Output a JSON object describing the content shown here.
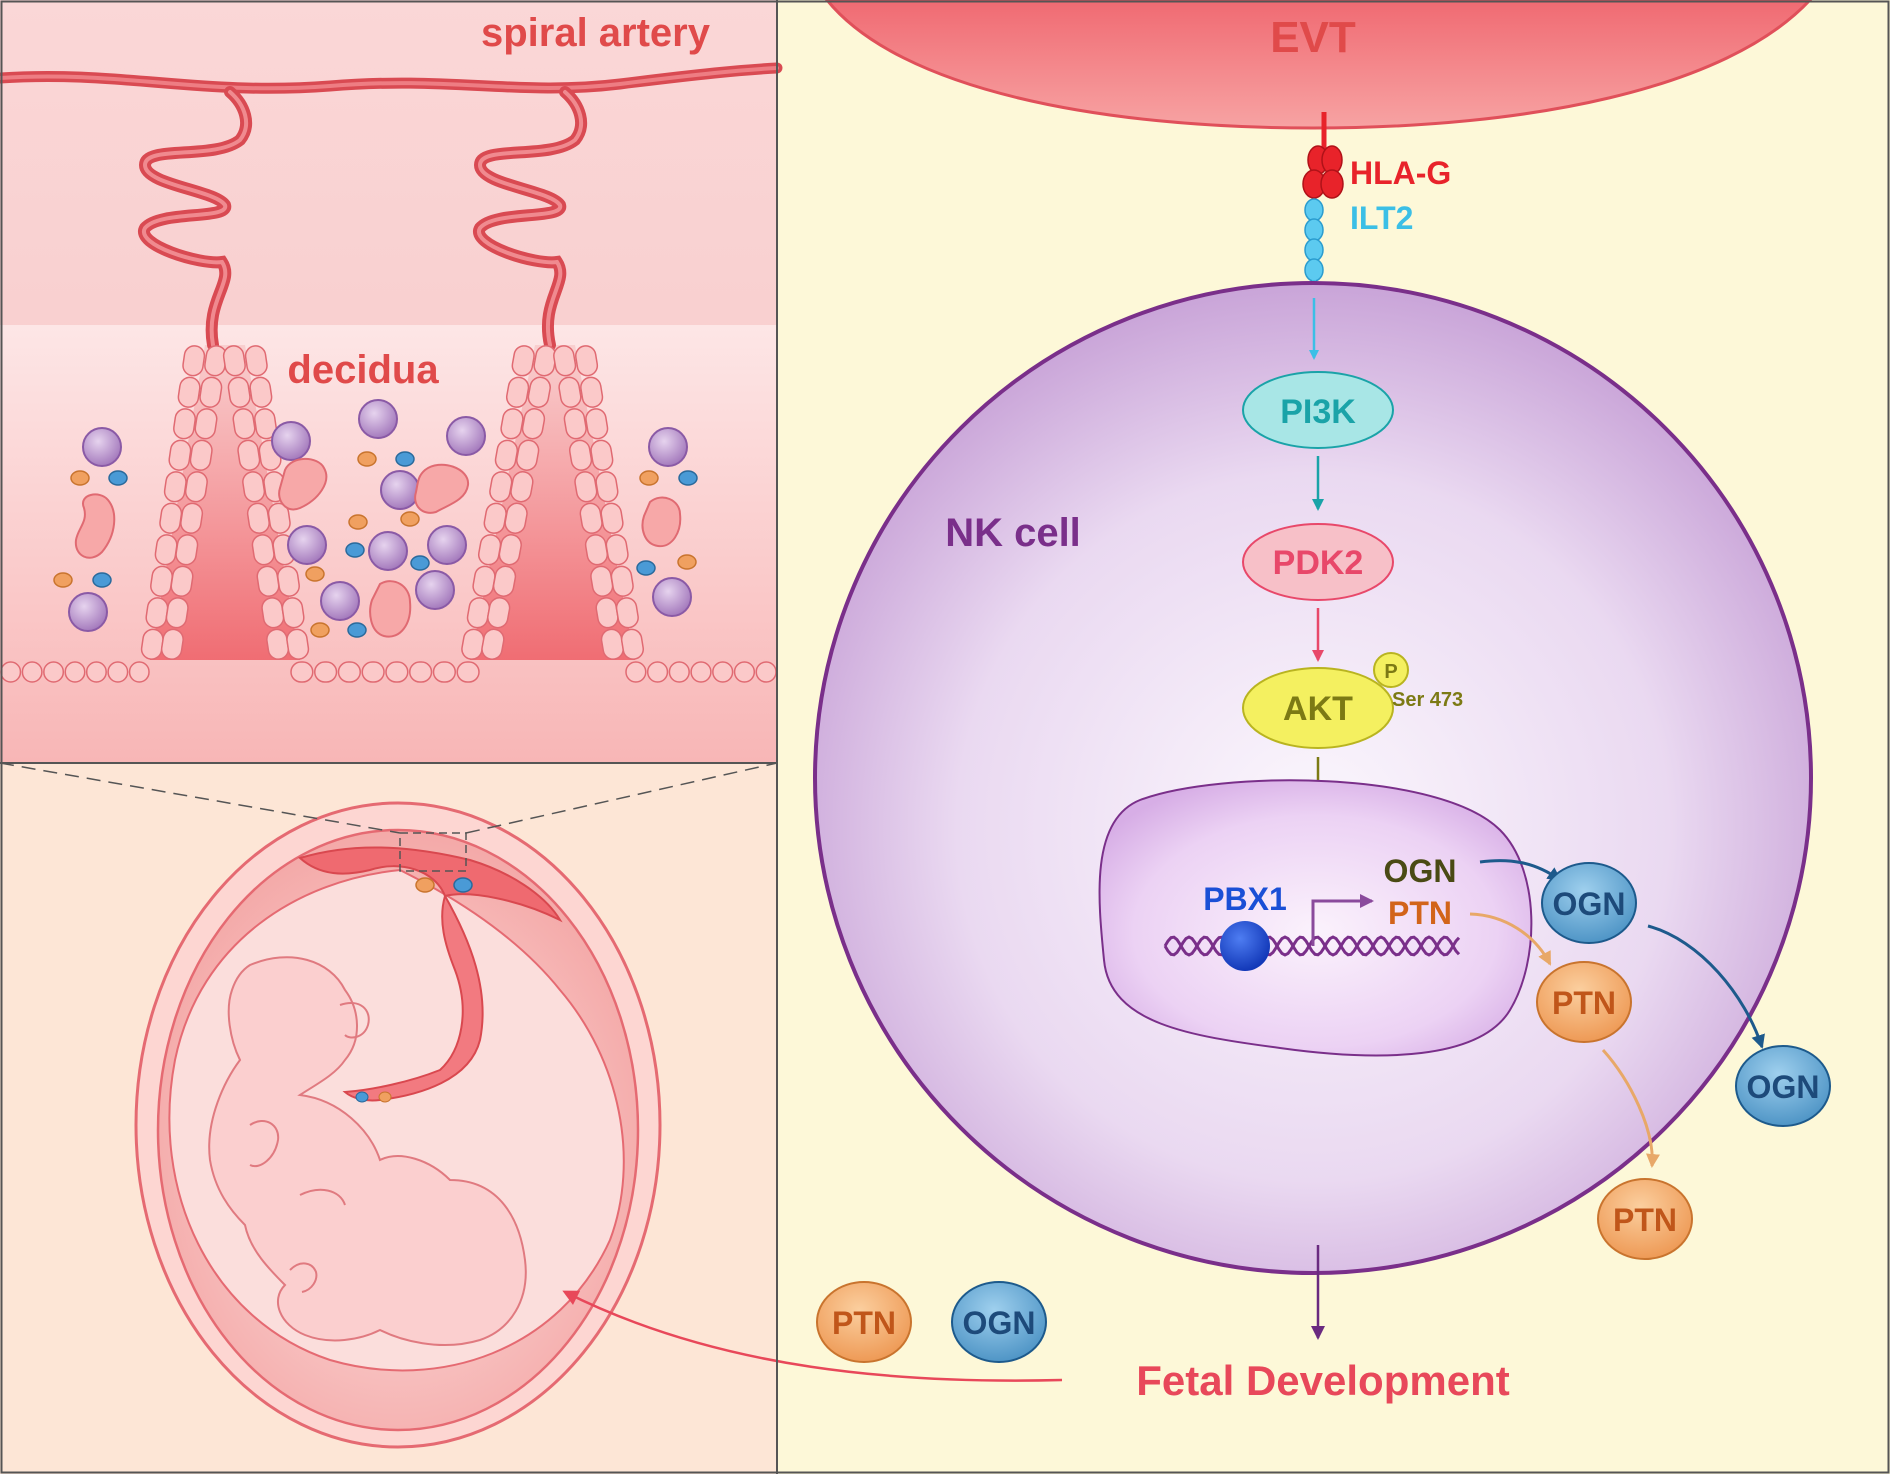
{
  "labels": {
    "spiral_artery": "spiral artery",
    "decidua": "decidua",
    "evt": "EVT",
    "hla_g": "HLA-G",
    "ilt2": "ILT2",
    "nk_cell": "NK cell",
    "pi3k": "PI3K",
    "pdk2": "PDK2",
    "akt": "AKT",
    "phospho": "P",
    "ser": "Ser 473",
    "pbx1": "PBX1",
    "ogn_gene": "OGN",
    "ptn_gene": "PTN",
    "ogn_secreted_1": "OGN",
    "ogn_secreted_2": "OGN",
    "ogn_secreted_3": "OGN",
    "ptn_secreted_1": "PTN",
    "ptn_secreted_2": "PTN",
    "ptn_secreted_3": "PTN",
    "fetal_development": "Fetal Development"
  },
  "colors": {
    "evt": "#f47a80",
    "evt_text": "#e04a4a",
    "hla_g": "#e8232a",
    "ilt2": "#3bbfe6",
    "nk_cell_fill": "#d9c2e6",
    "nk_cell_text": "#7a2f8a",
    "pi3k": "#1aa3a8",
    "pdk2": "#e8486a",
    "akt": "#7c7a14",
    "pbx1": "#1a4fd6",
    "ogn": "#1d5a8c",
    "ptn": "#d2641a",
    "fetal": "#e8485a",
    "right_bg": "#fdf8d8",
    "top_left_bg": "#fbe0e0",
    "bottom_left_bg": "#fde6d6"
  }
}
